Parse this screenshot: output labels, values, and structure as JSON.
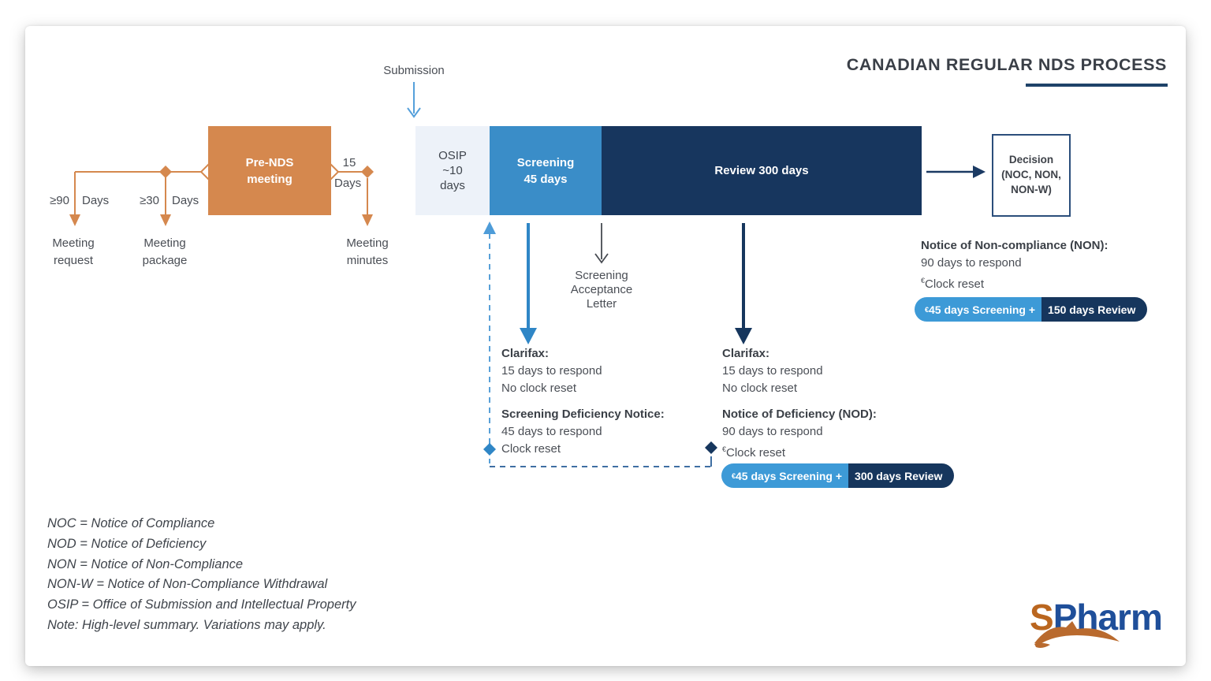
{
  "title": "CANADIAN REGULAR NDS PROCESS",
  "submission_label": "Submission",
  "pre_nds": {
    "box_label": "Pre-NDS\nmeeting",
    "d90": "≥90",
    "d90_unit": "Days",
    "d30": "≥30",
    "d30_unit": "Days",
    "d15": "15",
    "d15_unit": "Days",
    "meeting_request": "Meeting\nrequest",
    "meeting_package": "Meeting\npackage",
    "meeting_minutes": "Meeting\nminutes"
  },
  "timeline": {
    "osip": "OSIP\n~10\ndays",
    "screening": "Screening\n45 days",
    "review": "Review 300 days"
  },
  "decision": {
    "label": "Decision\n(NOC, NON,\nNON-W)"
  },
  "screening_branch": {
    "acceptance_label": "Screening\nAcceptance\nLetter",
    "clarifax_title": "Clarifax:",
    "clarifax_line1": "15 days to respond",
    "clarifax_line2": "No clock reset",
    "sdn_title": "Screening Deficiency Notice:",
    "sdn_line1": "45 days to respond",
    "sdn_line2": "Clock reset"
  },
  "review_branch": {
    "clarifax_title": "Clarifax:",
    "clarifax_line1": "15 days to respond",
    "clarifax_line2": "No clock reset",
    "nod_title": "Notice of Deficiency (NOD):",
    "nod_line1": "90 days to respond",
    "nod_sup": "€",
    "nod_line2": "Clock reset",
    "pill_sup": "€",
    "pill_left": "45 days Screening +",
    "pill_right": "300 days Review"
  },
  "non_branch": {
    "title": "Notice of Non-compliance (NON):",
    "line1": "90 days to respond",
    "sup": "€",
    "line2": "Clock reset",
    "pill_sup": "€",
    "pill_left": "45 days Screening +",
    "pill_right": "150 days Review"
  },
  "legend": {
    "lines": [
      "NOC = Notice of Compliance",
      "NOD = Notice of Deficiency",
      "NON = Notice of Non-Compliance",
      "NON-W = Notice of Non-Compliance Withdrawal",
      "OSIP = Office of Submission and Intellectual Property",
      "Note: High-level summary. Variations may apply."
    ]
  },
  "logo": {
    "part1": "S",
    "part2": "Pharm"
  },
  "colors": {
    "orange": "#D5884E",
    "screening_blue": "#3A8DC8",
    "review_navy": "#17365E",
    "osip_bg": "#EDF2F9",
    "submission_arrow_blue": "#55A0DB",
    "dashed_vertical_blue": "#58A0D8",
    "dashed_horizontal_blue": "#3F6FA3",
    "pill_light_blue": "#3D9AD7",
    "pill_navy": "#16365D",
    "title_underline_navy": "#1E4269",
    "text_gray": "#4A4E55",
    "logo_orange": "#BA661F",
    "logo_navy": "#1F4F9A"
  }
}
